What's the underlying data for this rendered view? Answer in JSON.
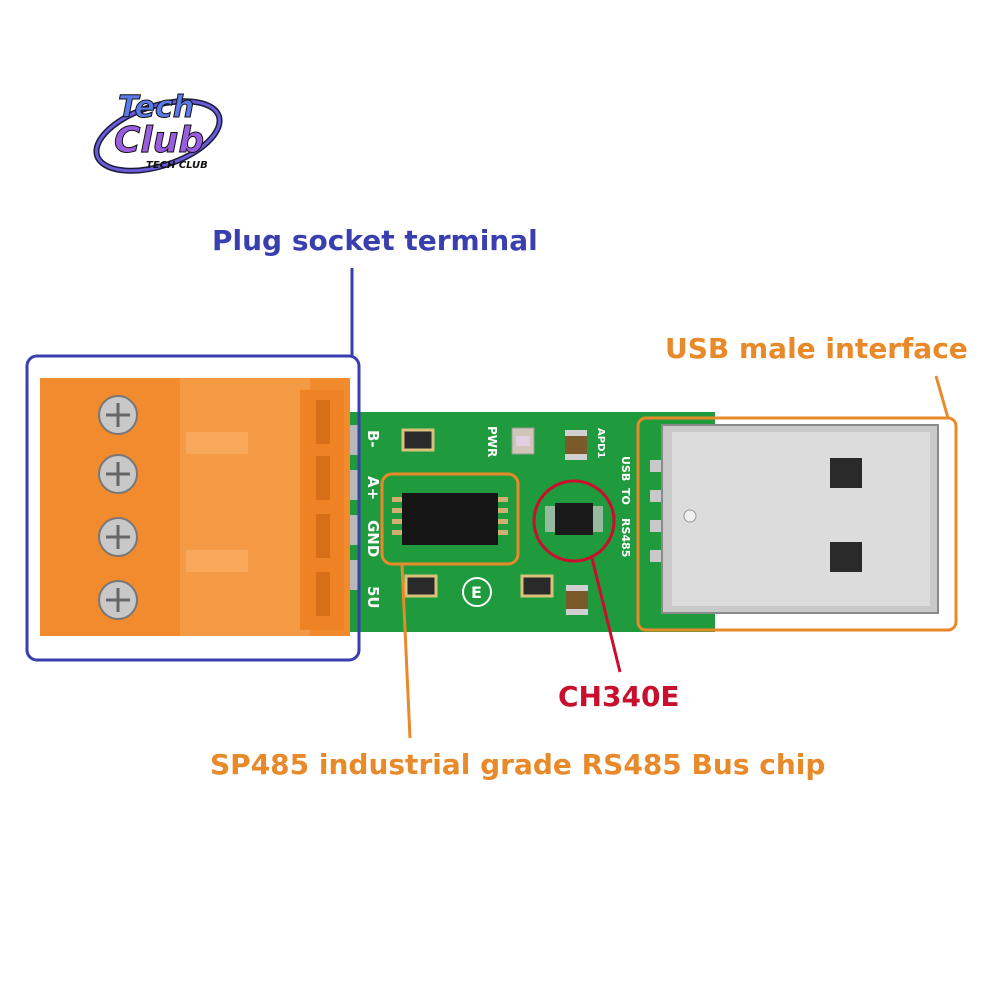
{
  "logo": {
    "line1": "Tech",
    "line2": "Club",
    "subtitle": "TECH CLUB"
  },
  "labels": {
    "plug_socket": "Plug socket terminal",
    "usb_male": "USB male interface",
    "ch340e": "CH340E",
    "sp485": "SP485 industrial grade RS485 Bus chip"
  },
  "board_silkscreen": {
    "b_minus": "B-",
    "a_plus": "A+",
    "gnd": "GND",
    "five_v": "5U",
    "pwr": "PWR",
    "usb": "USB",
    "to": "TO",
    "rs485": "RS485",
    "apd": "APD1",
    "logo_e": "E"
  },
  "colors": {
    "blue_label": "#3a3fb0",
    "orange_label": "#e8892a",
    "red_label": "#c8102e",
    "pcb_green": "#1f9a3c",
    "terminal_orange": "#f28a2e"
  }
}
